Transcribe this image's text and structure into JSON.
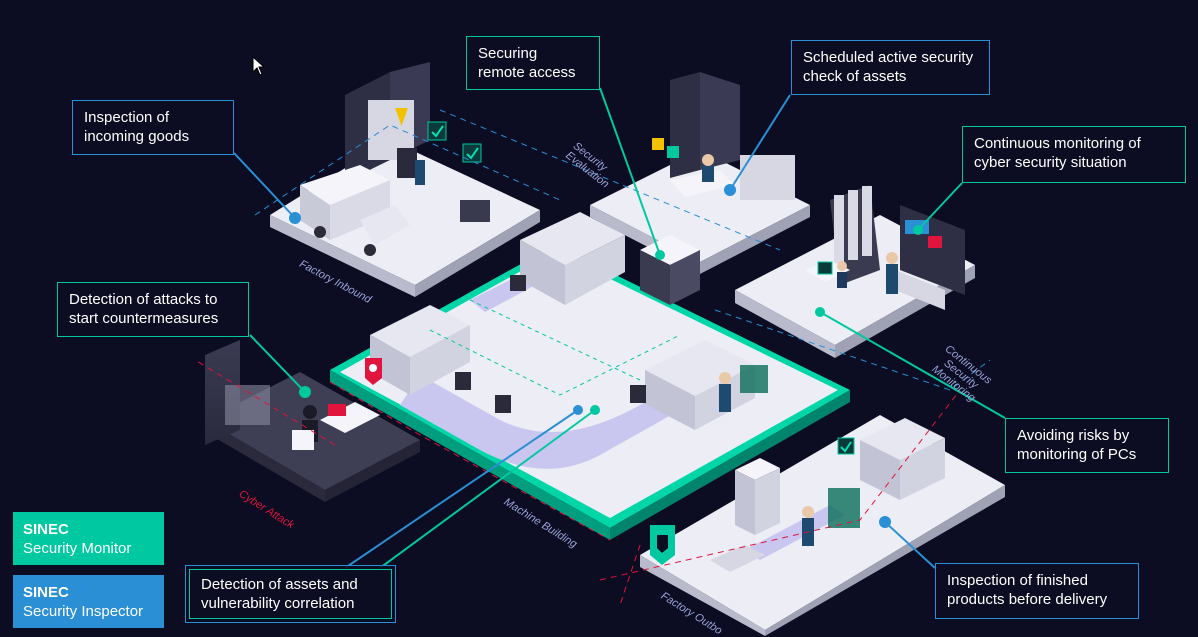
{
  "colors": {
    "background": "#0c0c22",
    "monitor": "#00c8a0",
    "inspector": "#2a8fd4",
    "area_label": "#9aa4d8",
    "cyber_attack": "#e0143c"
  },
  "callouts": {
    "inspection_incoming": [
      "Inspection of",
      "incoming goods"
    ],
    "securing_remote": [
      "Securing",
      "remote access"
    ],
    "scheduled_check": [
      "Scheduled active security",
      "check of assets"
    ],
    "continuous_monitoring": [
      "Continuous monitoring of",
      "cyber security situation"
    ],
    "detection_attacks": [
      "Detection of attacks to",
      "start countermeasures"
    ],
    "avoiding_risks": [
      "Avoiding risks by",
      "monitoring of PCs"
    ],
    "detection_assets": [
      "Detection of assets and",
      "vulnerability correlation"
    ],
    "inspection_finished": [
      "Inspection of finished",
      "products before delivery"
    ]
  },
  "legend": {
    "monitor": {
      "title": "SINEC",
      "subtitle": "Security Monitor"
    },
    "inspector": {
      "title": "SINEC",
      "subtitle": "Security Inspector"
    }
  },
  "areas": {
    "factory_inbound": "Factory Inbound",
    "security_evaluation": [
      "Security",
      "Evaluation"
    ],
    "continuous_security_monitoring": [
      "Continuous",
      "Security",
      "Monitoring"
    ],
    "machine_building": "Machine Building",
    "cyber_attack": "Cyber Attack",
    "factory_outbound": "Factory Outbo"
  },
  "icons": [
    "cursor-arrow-icon",
    "warning-icon",
    "checkmark-icon",
    "skull-icon",
    "shield-icon",
    "alarm-icon"
  ]
}
